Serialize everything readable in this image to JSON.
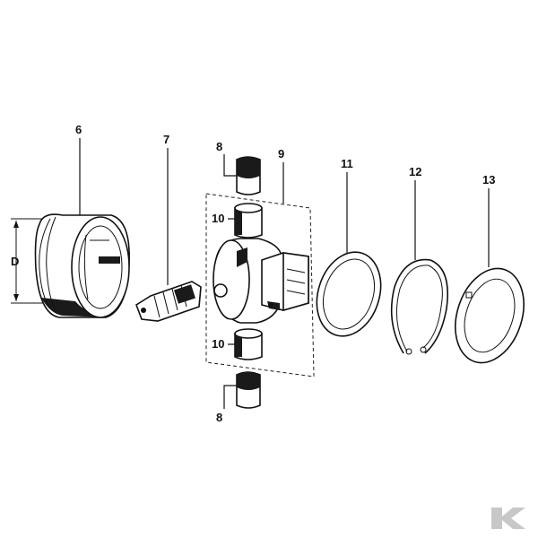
{
  "parts": {
    "friction_housing": "6",
    "cam_shaft": "7",
    "pin_top": "8",
    "pin_bottom": "8",
    "hub": "9",
    "bushing_top": "10",
    "bushing_bottom": "10",
    "flat_ring": "11",
    "snap_ring": "12",
    "thrust_washer": "13"
  },
  "dimension_label": "D",
  "logo_text": "K",
  "colors": {
    "line": "#111111",
    "logo": "#c8c8c8"
  }
}
